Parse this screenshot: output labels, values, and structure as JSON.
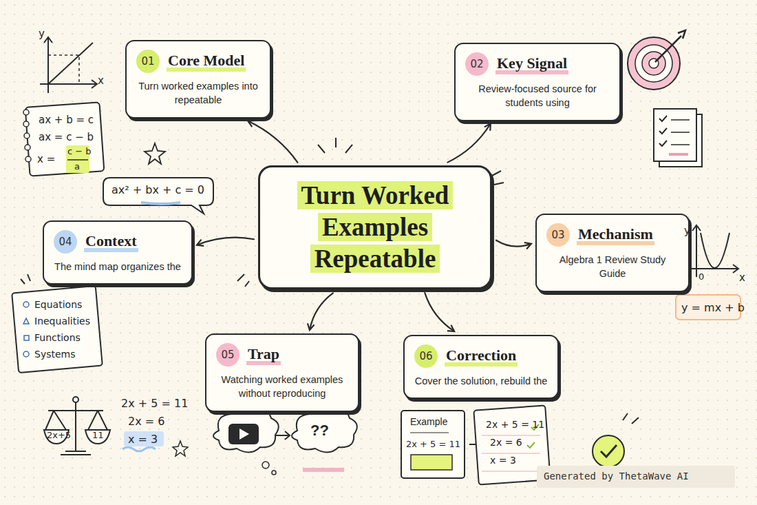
{
  "diagram": {
    "nodes": [
      {
        "text": [
          "Turn Worked Examples Repeatable"
        ]
      },
      {
        "text": [
          "01",
          "Core Model",
          "Turn worked examples into repeatable"
        ]
      },
      {
        "text": [
          "02",
          "Key Signal",
          "Review-focused source for students using"
        ]
      },
      {
        "text": [
          "03",
          "Mechanism",
          "Algebra 1 Review Study Guide"
        ]
      },
      {
        "text": [
          "04",
          "Context",
          "The mind map organizes the"
        ]
      },
      {
        "text": [
          "05",
          "Trap",
          "Watching worked examples without reproducing"
        ]
      },
      {
        "text": [
          "06",
          "Correction",
          "Cover the solution, rebuild the"
        ]
      }
    ],
    "edges": [
      {
        "from": 0,
        "to": 1,
        "arrow": "to"
      },
      {
        "from": 0,
        "to": 2,
        "arrow": "to"
      },
      {
        "from": 0,
        "to": 3,
        "arrow": "to"
      },
      {
        "from": 0,
        "to": 4,
        "arrow": "to"
      },
      {
        "from": 0,
        "to": 5,
        "arrow": "to"
      },
      {
        "from": 0,
        "to": 6,
        "arrow": "to"
      }
    ],
    "labels": [
      "y",
      "x",
      "ax + b = c",
      "ax = c − b",
      "x =",
      "c − b",
      "a",
      "ax² + bx + c = 0",
      "Equations",
      "Inequalities",
      "Functions",
      "Systems",
      "2x+5",
      "11",
      "2x + 5 = 11",
      "2x = 6",
      "x = 3",
      "y",
      "x",
      "0",
      "y = mx + b",
      "Example",
      "2x + 5 = 11",
      "2x + 5 = 11",
      "2x = 6",
      "x = 3",
      "Generated by ThetaWave AI",
      "??"
    ]
  }
}
